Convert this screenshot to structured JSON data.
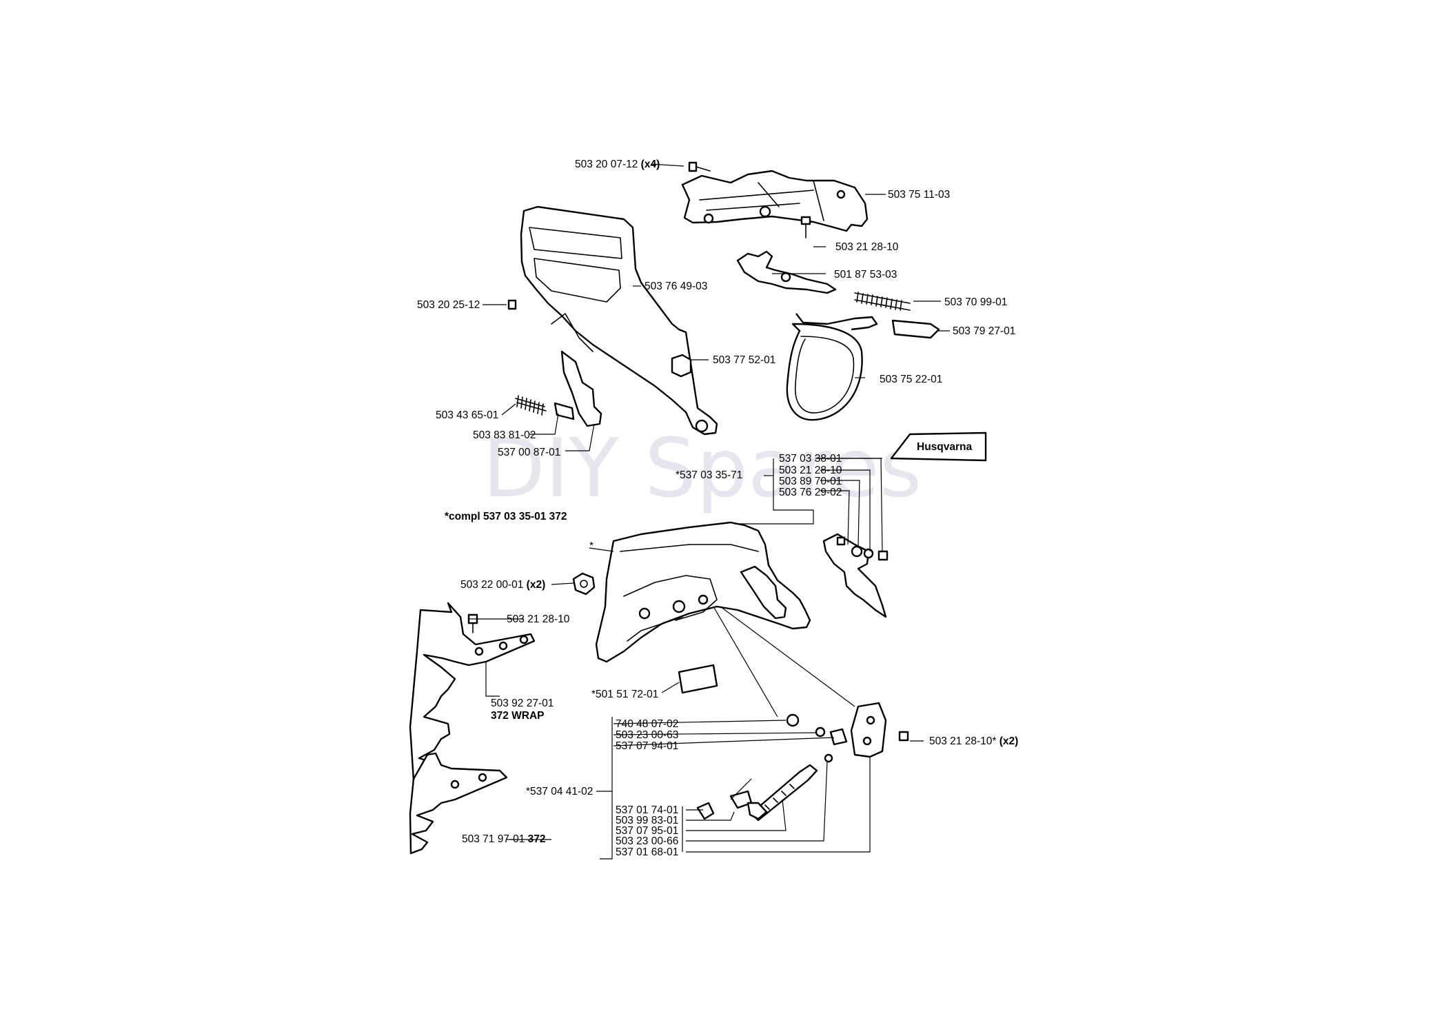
{
  "watermark": "DIY Spares",
  "brand_logo": "Husqvarna",
  "notes": {
    "comp1_prefix": "*compl 537 03 35-01",
    "comp1_suffix": "372",
    "asterisk": "*"
  },
  "labels": {
    "p503200712": "503 20 07-12",
    "p503200712_qty": "(x4)",
    "p503751103": "503 75 11-03",
    "p503212810_a": "503 21 28-10",
    "p501875303": "501 87 53-03",
    "p503764903": "503 76 49-03",
    "p503202512": "503 20 25-12",
    "p503709901": "503 70 99-01",
    "p503792701": "503 79 27-01",
    "p503775201": "503 77 52-01",
    "p503752201": "503 75 22-01",
    "p503436501": "503 43 65-01",
    "p503838102": "503 83 81-02",
    "p537008701": "537 00 87-01",
    "p537033801": "537 03 38-01",
    "p503212810_b": "503 21 28-10",
    "p503897001": "503 89 70-01",
    "p503762902": "503 76 29-02",
    "p537033571": "*537 03 35-71",
    "p503220001": "503 22 00-01",
    "p503220001_qty": "(x2)",
    "p503212810_c": "503 21 28-10",
    "p503922701": "503 92 27-01",
    "p503922701_sub": "372 WRAP",
    "p501517201": "*501 51 72-01",
    "p740480702": "740 48 07-02",
    "p503230063": "503 23 00-63",
    "p537079401": "537 07 94-01",
    "p537044102": "*537 04 41-02",
    "p503212810_d": "503 21 28-10*",
    "p503212810_d_qty": "(x2)",
    "p537017401": "537 01 74-01",
    "p503998301": "503 99 83-01",
    "p537079501": "537 07 95-01",
    "p503230066": "503 23 00-66",
    "p537016801": "537 01 68-01",
    "p503719701": "503 71 97-01",
    "p503719701_sub": "372"
  },
  "colors": {
    "line": "#000000",
    "background": "#ffffff",
    "watermark": "#e6e6ee"
  }
}
